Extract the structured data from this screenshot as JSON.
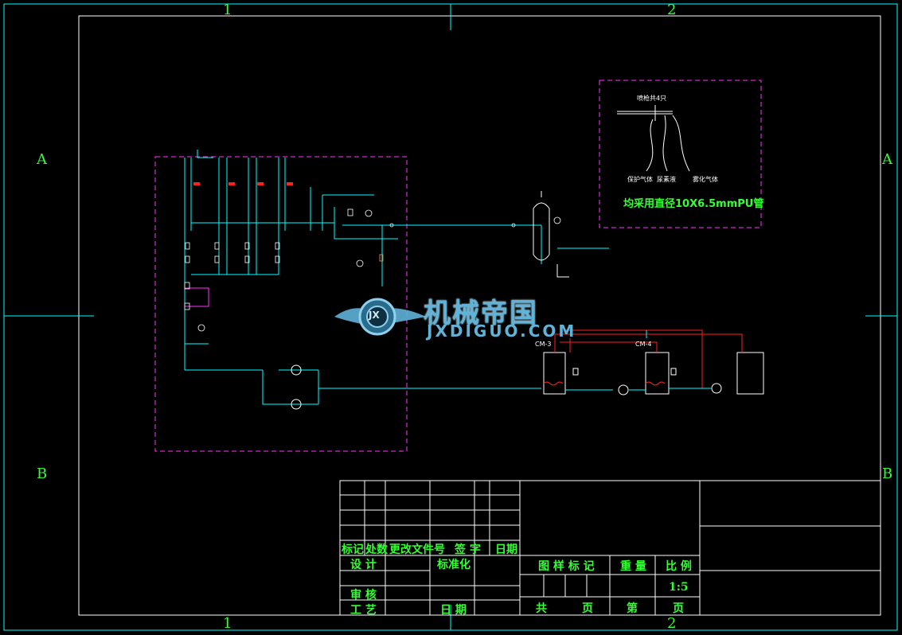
{
  "zones": {
    "col_1": "1",
    "col_2": "2",
    "row_a": "A",
    "row_b": "B"
  },
  "title_block": {
    "mark": "标记",
    "count": "处数",
    "change_doc_no": "更改文件号",
    "signature": "签 字",
    "date": "日期",
    "design": "设 计",
    "standardization": "标准化",
    "review": "审 核",
    "process": "工 艺",
    "date2": "日 期",
    "drawing_mark": "图 样 标 记",
    "weight": "重 量",
    "scale_label": "比 例",
    "scale_value": "1:5",
    "total": "共",
    "page": "页",
    "sheet_no": "第",
    "page2": "页"
  },
  "inset": {
    "spray_gun": "喷枪共4只",
    "gas_protect": "保护气体",
    "urea": "尿素液",
    "atomize": "雾化气体",
    "pipe_note": "均采用直径10X6.5mmPU管"
  },
  "labels": {
    "cm3": "CM-3",
    "cm4": "CM-4"
  },
  "watermark": {
    "cn": "机械帝国",
    "en": "JXDIGUO.COM",
    "emblem": "JX"
  },
  "colors": {
    "frame": "#00ffff",
    "pipe": "#00ffff",
    "boundary": "#ff33ff",
    "red_line": "#ff2020",
    "text_green": "#33ff33",
    "logo": "#5fb3d8"
  }
}
